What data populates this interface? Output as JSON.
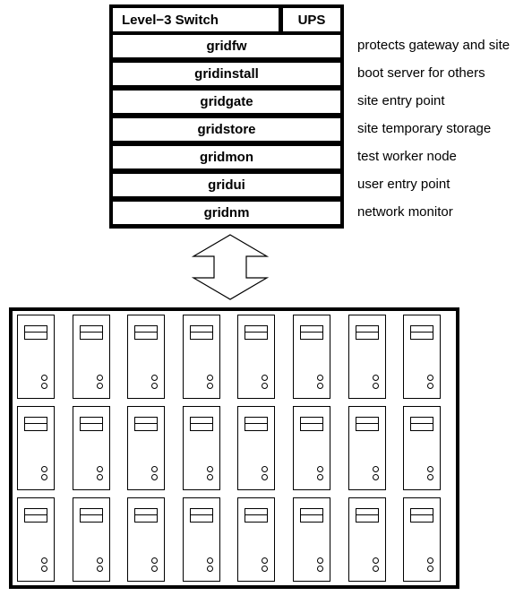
{
  "rack": {
    "switch_label": "Level−3 Switch",
    "ups_label": "UPS",
    "servers": [
      {
        "name": "gridfw",
        "role": "protects gateway and site"
      },
      {
        "name": "gridinstall",
        "role": "boot server for others"
      },
      {
        "name": "gridgate",
        "role": "site entry point"
      },
      {
        "name": "gridstore",
        "role": "site temporary storage"
      },
      {
        "name": "gridmon",
        "role": "test worker node"
      },
      {
        "name": "gridui",
        "role": "user entry point"
      },
      {
        "name": "gridnm",
        "role": "network monitor"
      }
    ]
  },
  "connection": {
    "icon": "double-headed-arrow-icon"
  },
  "cluster": {
    "rows": 3,
    "columns": 8,
    "node_icon": "worker-node-icon"
  },
  "colors": {
    "line": "#000000",
    "background": "#ffffff"
  }
}
